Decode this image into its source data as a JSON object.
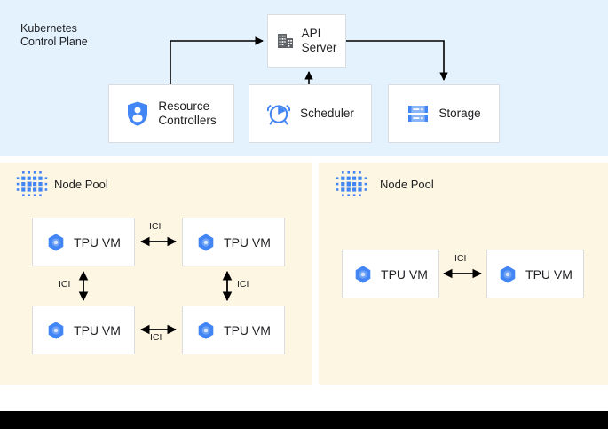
{
  "control_plane": {
    "title": "Kubernetes\nControl Plane",
    "background_color": "#e3f2fd",
    "nodes": {
      "api_server": {
        "label": "API\nServer",
        "icon": "building-icon"
      },
      "resource_controllers": {
        "label": "Resource\nControllers",
        "icon": "shield-user-icon"
      },
      "scheduler": {
        "label": "Scheduler",
        "icon": "alarm-clock-icon"
      },
      "storage": {
        "label": "Storage",
        "icon": "database-rack-icon"
      }
    }
  },
  "node_pools": [
    {
      "title": "Node Pool",
      "icon": "dot-grid-cluster-icon",
      "background_color": "#fdf6e3",
      "vms": [
        {
          "label": "TPU VM",
          "icon": "tpu-hexagon-icon"
        },
        {
          "label": "TPU VM",
          "icon": "tpu-hexagon-icon"
        },
        {
          "label": "TPU VM",
          "icon": "tpu-hexagon-icon"
        },
        {
          "label": "TPU VM",
          "icon": "tpu-hexagon-icon"
        }
      ],
      "links": [
        {
          "label": "ICI"
        },
        {
          "label": "ICI"
        },
        {
          "label": "ICI"
        },
        {
          "label": "ICI"
        }
      ]
    },
    {
      "title": "Node Pool",
      "icon": "dot-grid-cluster-icon",
      "background_color": "#fdf6e3",
      "vms": [
        {
          "label": "TPU VM",
          "icon": "tpu-hexagon-icon"
        },
        {
          "label": "TPU VM",
          "icon": "tpu-hexagon-icon"
        }
      ],
      "links": [
        {
          "label": "ICI"
        }
      ]
    }
  ],
  "colors": {
    "control_plane_bg": "#e3f2fd",
    "node_pool_bg": "#fdf6e3",
    "icon_blue": "#4285f4",
    "icon_gray": "#5f6368",
    "box_border": "#dadce0",
    "connector": "#000000",
    "text": "#202124",
    "bottom_bar": "#000000"
  }
}
